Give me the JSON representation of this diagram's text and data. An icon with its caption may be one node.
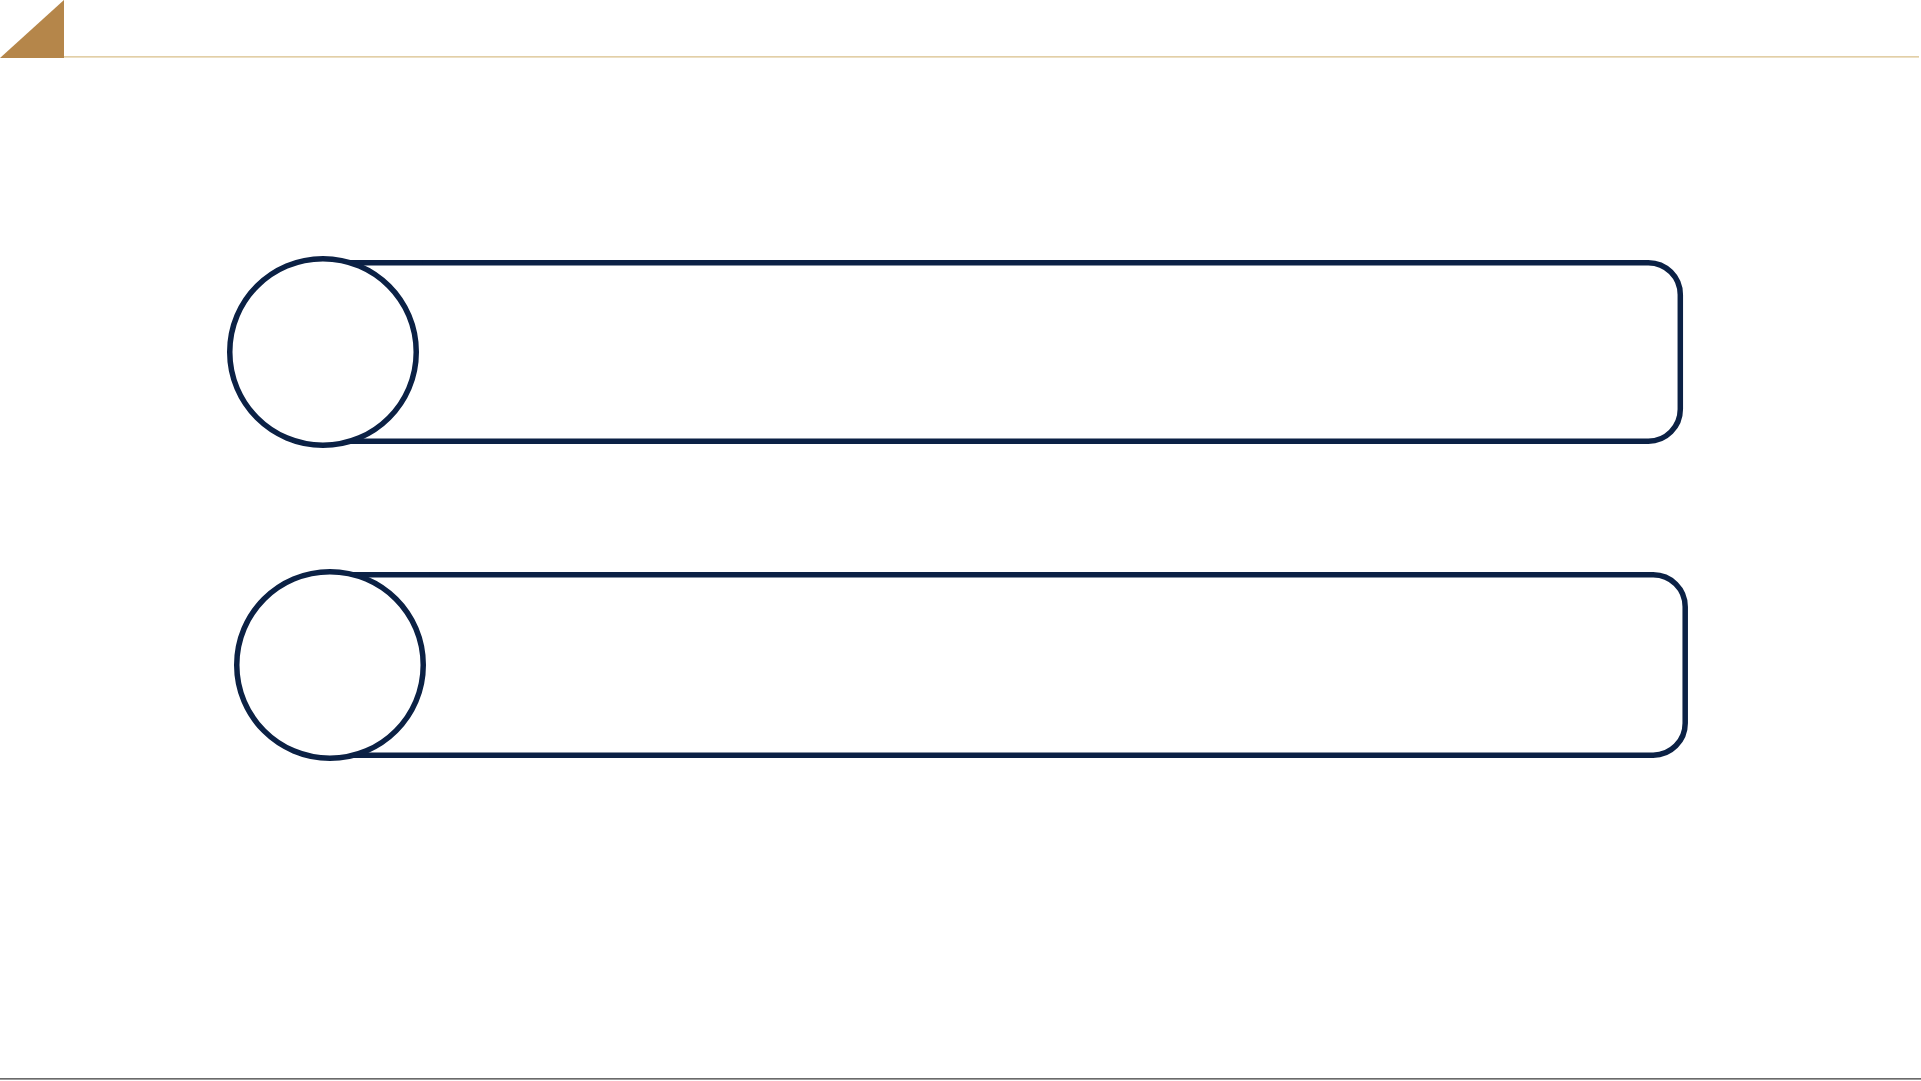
{
  "diagram": {
    "nodes": [
      {
        "text": [],
        "shape": "box"
      },
      {
        "text": [],
        "shape": "circle"
      },
      {
        "text": [],
        "shape": "box"
      },
      {
        "text": [],
        "shape": "circle"
      }
    ]
  }
}
